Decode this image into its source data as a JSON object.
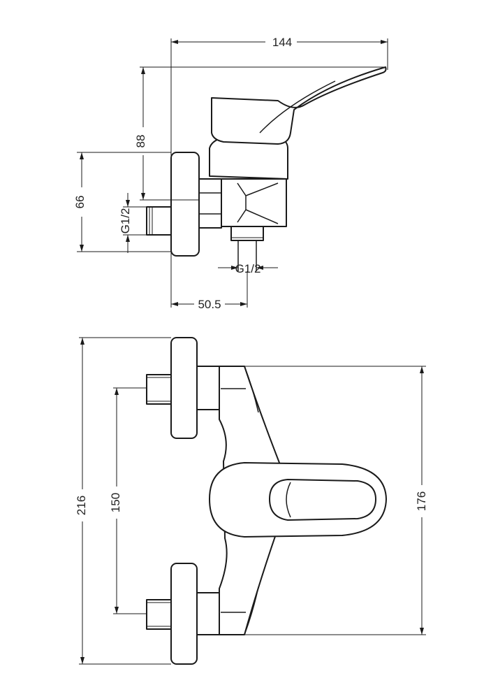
{
  "diagram": {
    "side_view": {
      "width_dim": "144",
      "height_dim": "88",
      "body_dim": "66",
      "inlet_thread": "G1/2",
      "outlet_thread": "G1/2",
      "offset_dim": "50.5"
    },
    "front_view": {
      "overall_dim": "216",
      "centers_dim": "150",
      "body_length_dim": "176"
    }
  }
}
